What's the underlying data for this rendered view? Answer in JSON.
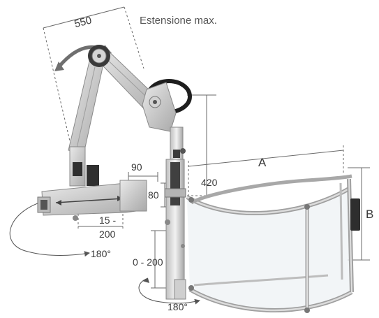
{
  "title": "Estensione max.",
  "dimensions": {
    "reach": "550",
    "height_above_shield": "420",
    "width_label": "A",
    "height_label": "B",
    "offset_top": "90",
    "offset_side": "80",
    "horizontal_adjust_line1": "15 -",
    "horizontal_adjust_line2": "200",
    "vertical_adjust": "0 - 200",
    "rotation_base": "180°",
    "rotation_column": "180°"
  },
  "colors": {
    "metal": "#cfcfcf",
    "metal_dark": "#9a9a9a",
    "clamp_dark": "#3a3a3a",
    "ring": "#1e1e1e",
    "dimension_line": "#6a6a6a",
    "shield_frame": "#bdbdbd",
    "shield_pane": "#eef2f4"
  }
}
